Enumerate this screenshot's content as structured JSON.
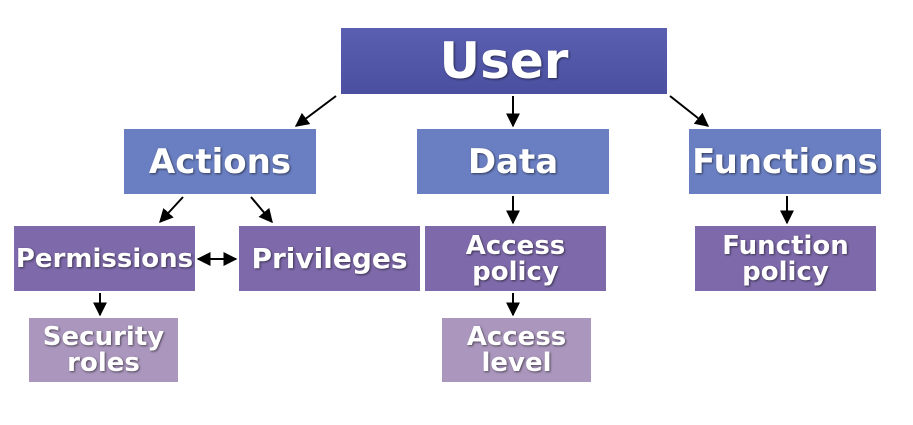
{
  "nodes": {
    "user": {
      "lines": [
        "User"
      ]
    },
    "actions": {
      "lines": [
        "Actions"
      ]
    },
    "data": {
      "lines": [
        "Data"
      ]
    },
    "functions": {
      "lines": [
        "Functions"
      ]
    },
    "permissions": {
      "lines": [
        "Permissions"
      ]
    },
    "privileges": {
      "lines": [
        "Privileges"
      ]
    },
    "access_policy": {
      "lines": [
        "Access",
        "policy"
      ]
    },
    "function_policy": {
      "lines": [
        "Function",
        "policy"
      ]
    },
    "security_roles": {
      "lines": [
        "Security",
        "roles"
      ]
    },
    "access_level": {
      "lines": [
        "Access",
        "level"
      ]
    }
  },
  "edges": [
    {
      "from": "user",
      "to": "actions",
      "direction": "forward"
    },
    {
      "from": "user",
      "to": "data",
      "direction": "forward"
    },
    {
      "from": "user",
      "to": "functions",
      "direction": "forward"
    },
    {
      "from": "actions",
      "to": "permissions",
      "direction": "forward"
    },
    {
      "from": "actions",
      "to": "privileges",
      "direction": "forward"
    },
    {
      "from": "permissions",
      "to": "privileges",
      "direction": "both"
    },
    {
      "from": "permissions",
      "to": "security_roles",
      "direction": "forward"
    },
    {
      "from": "data",
      "to": "access_policy",
      "direction": "forward"
    },
    {
      "from": "access_policy",
      "to": "access_level",
      "direction": "forward"
    },
    {
      "from": "functions",
      "to": "function_policy",
      "direction": "forward"
    }
  ],
  "colors": {
    "level0": "#4b4f9f",
    "level1": "#6a7fc2",
    "level2": "#7e6aaa",
    "level3": "#ab97bd",
    "text": "#ffffff",
    "arrow": "#000000"
  }
}
